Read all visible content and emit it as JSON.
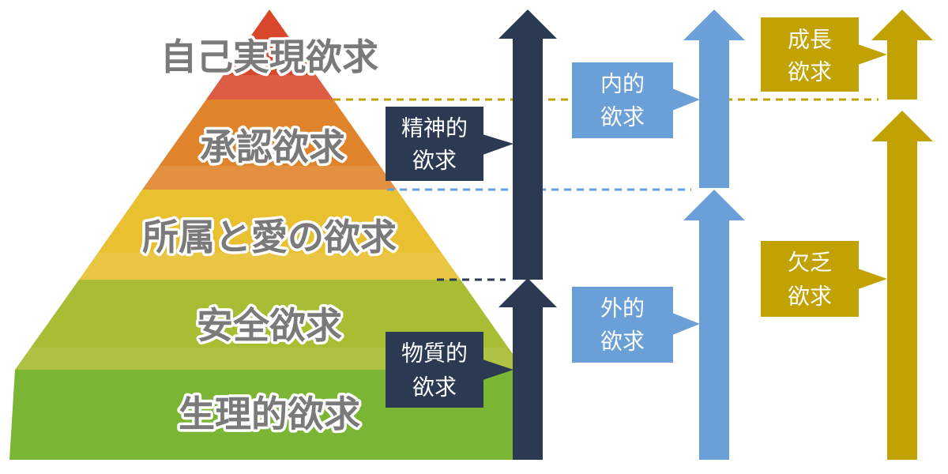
{
  "pyramid": {
    "tiers": [
      {
        "label": "自己実現欲求",
        "color": "#d9472b"
      },
      {
        "label": "承認欲求",
        "color": "#e0842b"
      },
      {
        "label": "所属と愛の欲求",
        "color": "#e8c030"
      },
      {
        "label": "安全欲求",
        "color": "#a9bd34"
      },
      {
        "label": "生理的欲求",
        "color": "#7bb534"
      }
    ]
  },
  "columns": [
    {
      "color": "#2b3a52",
      "groups": [
        {
          "line1": "精神的",
          "line2": "欲求"
        },
        {
          "line1": "物質的",
          "line2": "欲求"
        }
      ]
    },
    {
      "color": "#6a9fd8",
      "groups": [
        {
          "line1": "内的",
          "line2": "欲求"
        },
        {
          "line1": "外的",
          "line2": "欲求"
        }
      ]
    },
    {
      "color": "#c2a200",
      "groups": [
        {
          "line1": "成長",
          "line2": "欲求"
        },
        {
          "line1": "欠乏",
          "line2": "欲求"
        }
      ]
    }
  ]
}
